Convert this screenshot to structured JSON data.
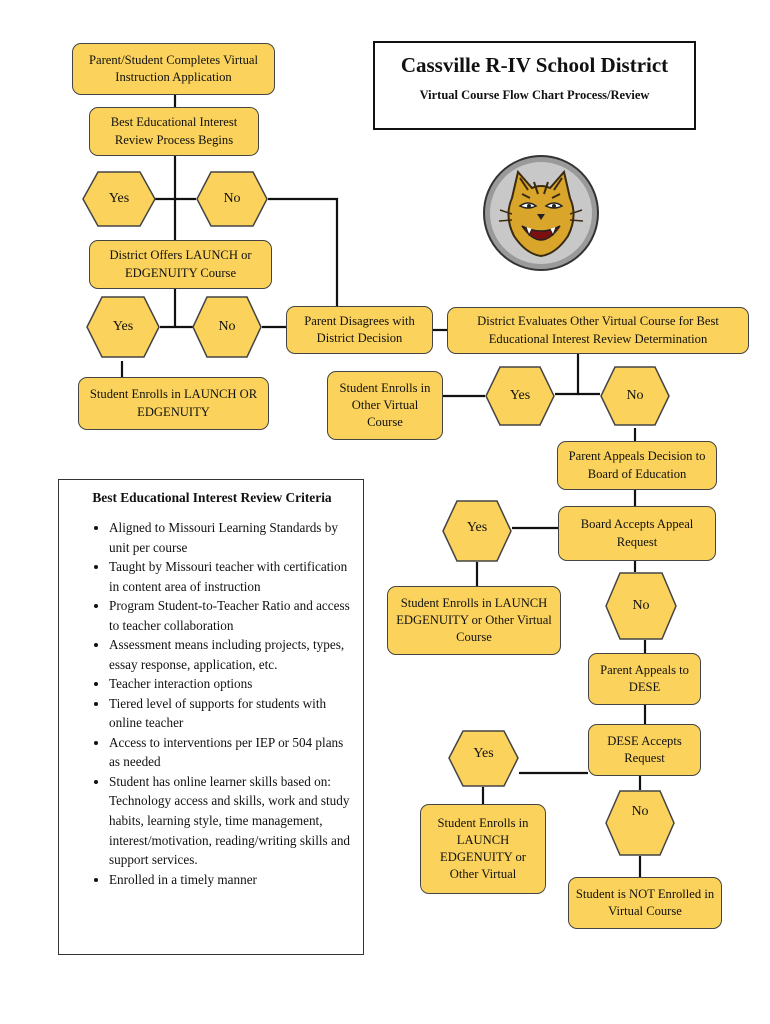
{
  "title": {
    "main": "Cassville R-IV School District",
    "sub": "Virtual Course Flow Chart Process/Review"
  },
  "logo": {
    "icon": "wildcat-mascot-icon"
  },
  "nodes": {
    "start": "Parent/Student Completes Virtual Instruction Application",
    "review": "Best Educational Interest Review Process Begins",
    "yes1": "Yes",
    "no1": "No",
    "offers": "District Offers LAUNCH or EDGENUITY Course",
    "yes2": "Yes",
    "no2": "No",
    "enrolls_launch": "Student Enrolls in LAUNCH OR EDGENUITY",
    "disagrees": "Parent Disagrees with District Decision",
    "evaluates": "District Evaluates Other Virtual Course for Best Educational Interest Review Determination",
    "enrolls_other": "Student Enrolls in Other Virtual Course",
    "yes3": "Yes",
    "no3": "No",
    "appeal_board": "Parent Appeals Decision to Board of Education",
    "board_accepts": "Board Accepts Appeal Request",
    "yes4": "Yes",
    "enrolls_launch2": "Student Enrolls in LAUNCH EDGENUITY or Other Virtual Course",
    "no4": "No",
    "appeal_dese": "Parent Appeals to DESE",
    "dese_accepts": "DESE Accepts Request",
    "yes5": "Yes",
    "enrolls_launch3": "Student Enrolls in LAUNCH EDGENUITY or Other Virtual",
    "no5": "No",
    "not_enrolled": "Student is NOT Enrolled in Virtual Course"
  },
  "criteria": {
    "title": "Best Educational Interest Review Criteria",
    "items": [
      "Aligned to Missouri Learning Standards by unit per course",
      "Taught by Missouri teacher with certification in content area of instruction",
      "Program Student-to-Teacher Ratio and access to teacher collaboration",
      "Assessment means including projects, types, essay response, application, etc.",
      "Teacher interaction options",
      "Tiered level of supports for students with online teacher",
      "Access to interventions per IEP or 504 plans as needed",
      "Student has online learner skills based on: Technology access and skills, work and study habits, learning style, time management, interest/motivation, reading/writing skills and support services.",
      "Enrolled in a timely manner"
    ]
  },
  "colors": {
    "box_fill": "#fbd35c",
    "box_border": "#444444",
    "line": "#111111"
  }
}
